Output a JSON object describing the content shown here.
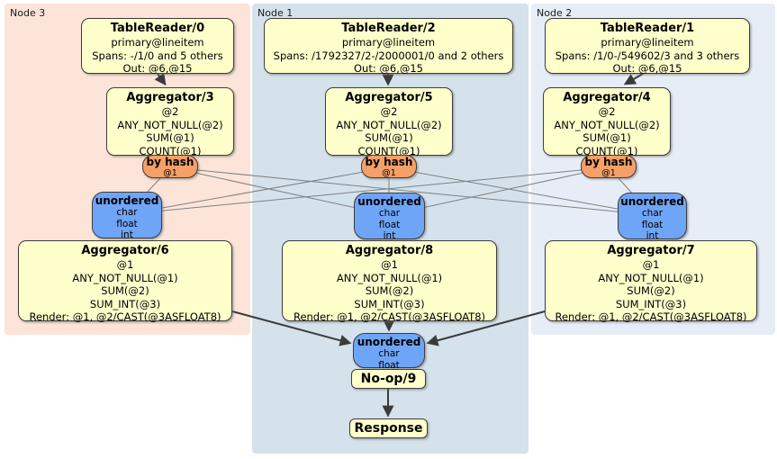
{
  "regions": [
    {
      "label": "Node 3"
    },
    {
      "label": "Node 1"
    },
    {
      "label": "Node 2"
    }
  ],
  "processors": {
    "tr0": {
      "title": "TableReader/0",
      "rows": [
        "primary@lineitem",
        "Spans: -/1/0 and 5 others",
        "Out: @6,@15"
      ]
    },
    "tr2": {
      "title": "TableReader/2",
      "rows": [
        "primary@lineitem",
        "Spans: /1792327/2-/2000001/0 and 2 others",
        "Out: @6,@15"
      ]
    },
    "tr1": {
      "title": "TableReader/1",
      "rows": [
        "primary@lineitem",
        "Spans: /1/0-/549602/3 and 3 others",
        "Out: @6,@15"
      ]
    },
    "agg3": {
      "title": "Aggregator/3",
      "rows": [
        "@2",
        "ANY_NOT_NULL(@2)",
        "SUM(@1)",
        "COUNT(@1)"
      ]
    },
    "agg5": {
      "title": "Aggregator/5",
      "rows": [
        "@2",
        "ANY_NOT_NULL(@2)",
        "SUM(@1)",
        "COUNT(@1)"
      ]
    },
    "agg4": {
      "title": "Aggregator/4",
      "rows": [
        "@2",
        "ANY_NOT_NULL(@2)",
        "SUM(@1)",
        "COUNT(@1)"
      ]
    },
    "agg6": {
      "title": "Aggregator/6",
      "rows": [
        "@1",
        "ANY_NOT_NULL(@1)",
        "SUM(@2)",
        "SUM_INT(@3)",
        "Render: @1, @2/CAST(@3ASFLOAT8)"
      ]
    },
    "agg8": {
      "title": "Aggregator/8",
      "rows": [
        "@1",
        "ANY_NOT_NULL(@1)",
        "SUM(@2)",
        "SUM_INT(@3)",
        "Render: @1, @2/CAST(@3ASFLOAT8)"
      ]
    },
    "agg7": {
      "title": "Aggregator/7",
      "rows": [
        "@1",
        "ANY_NOT_NULL(@1)",
        "SUM(@2)",
        "SUM_INT(@3)",
        "Render: @1, @2/CAST(@3ASFLOAT8)"
      ]
    },
    "noop": {
      "title": "No-op/9"
    },
    "response": {
      "title": "Response"
    }
  },
  "routers": {
    "hash_l": {
      "label": "by hash",
      "stream": "@1"
    },
    "hash_m": {
      "label": "by hash",
      "stream": "@1"
    },
    "hash_r": {
      "label": "by hash",
      "stream": "@1"
    }
  },
  "syncs": {
    "sync_l": {
      "label": "unordered",
      "rows": [
        "char",
        "float",
        "int"
      ]
    },
    "sync_m": {
      "label": "unordered",
      "rows": [
        "char",
        "float",
        "int"
      ]
    },
    "sync_r": {
      "label": "unordered",
      "rows": [
        "char",
        "float",
        "int"
      ]
    },
    "sync_final": {
      "label": "unordered",
      "rows": [
        "char",
        "float"
      ]
    }
  },
  "colors": {
    "node3_bg": "#fce4d8",
    "node1_bg": "#d5e2ec",
    "node2_bg": "#e7edf6",
    "processor_fill": "#ffffcc",
    "router_fill": "#f5a068",
    "sync_fill": "#6fa5f6",
    "edge": "#808080",
    "arrow": "#3b3b3b"
  }
}
